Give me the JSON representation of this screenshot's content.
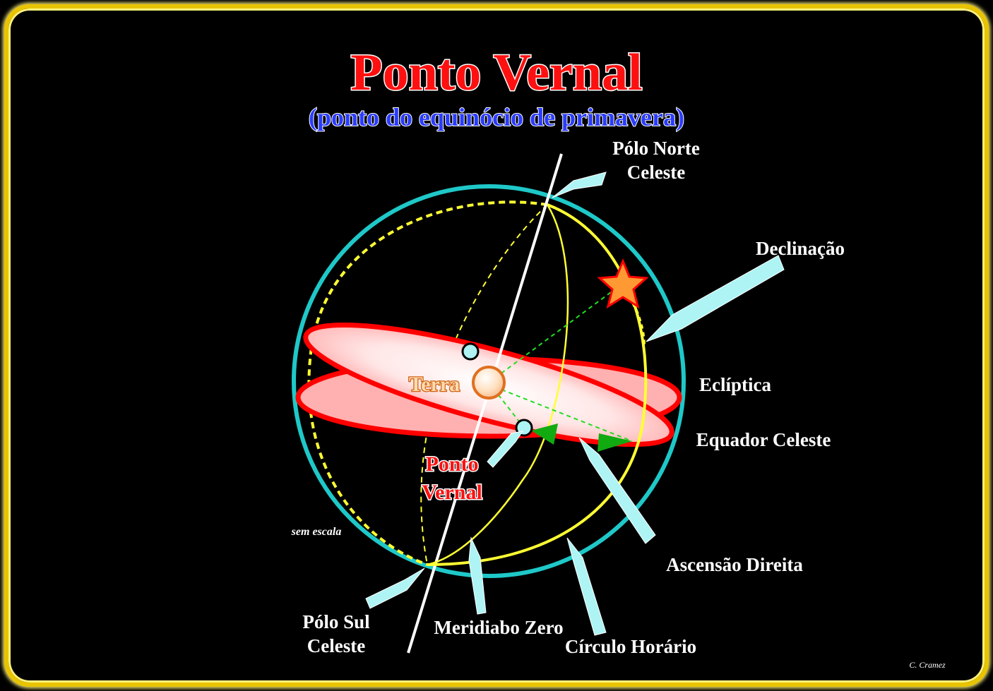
{
  "title": "Ponto Vernal",
  "subtitle": "(ponto do equinócio de primavera)",
  "labels": {
    "polo_norte_1": "Pólo Norte",
    "polo_norte_2": "Celeste",
    "declinacao": "Declinação",
    "ecliptica": "Eclíptica",
    "equador": "Equador Celeste",
    "ascensao": "Ascensão Direita",
    "circulo_horario": "Círculo Horário",
    "meridiano": "Meridiabo Zero",
    "polo_sul_1": "Pólo Sul",
    "polo_sul_2": "Celeste",
    "terra": "Terra",
    "ponto_1": "Ponto",
    "ponto_2": "Vernal",
    "sem_escala": "sem escala",
    "author": "C. Cramez"
  },
  "colors": {
    "frame": "#e8c400",
    "sphere": "#1fc8c8",
    "title": "#ff0000",
    "subtitle": "#2040ff",
    "plane_edge": "#ff0000",
    "plane_fill": "#ffb3b3",
    "yellow": "#ffff33",
    "arrow": "#aef4f4",
    "earth": "#ffd9b0"
  }
}
